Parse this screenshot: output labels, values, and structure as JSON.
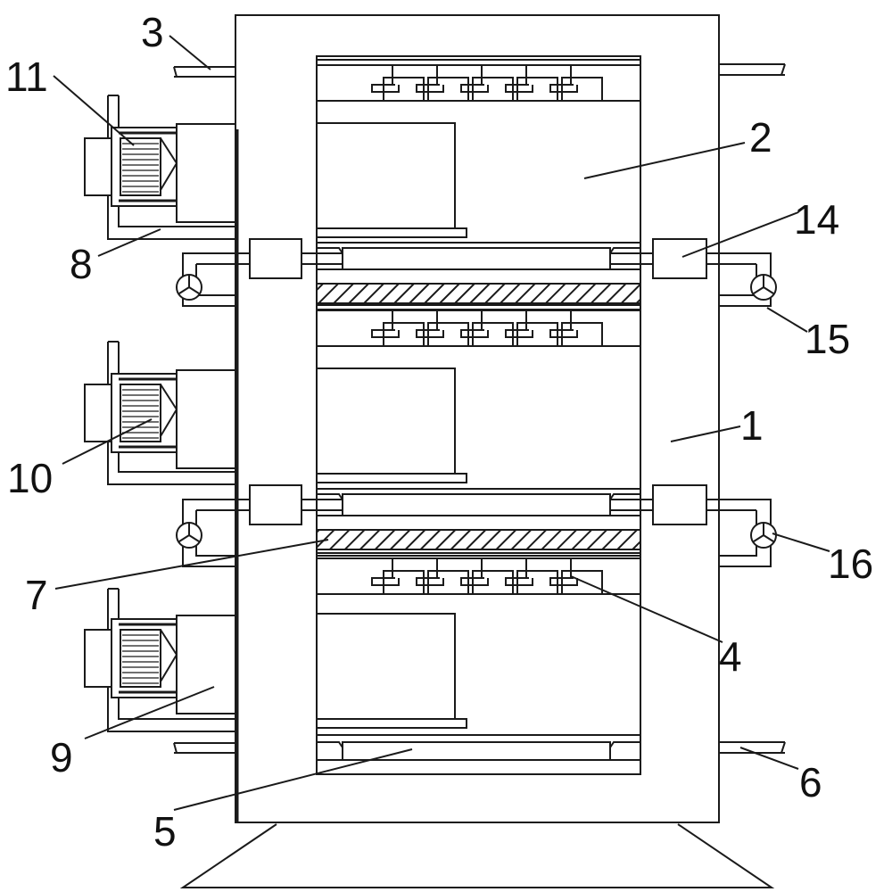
{
  "labels": {
    "l1": "1",
    "l2": "2",
    "l3": "3",
    "l4": "4",
    "l5": "5",
    "l6": "6",
    "l7": "7",
    "l8": "8",
    "l9": "9",
    "l10": "10",
    "l11": "11",
    "l14": "14",
    "l15": "15",
    "l16": "16"
  }
}
